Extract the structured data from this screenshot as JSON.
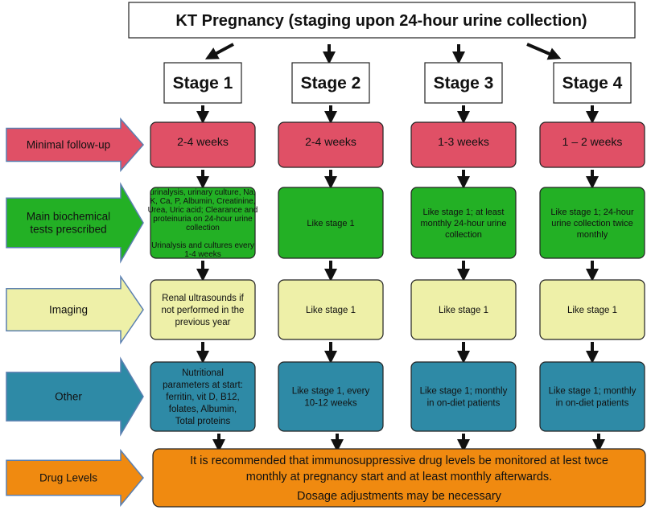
{
  "title": "KT Pregnancy (staging upon 24-hour urine collection)",
  "stages": [
    "Stage 1",
    "Stage 2",
    "Stage 3",
    "Stage 4"
  ],
  "rows": [
    {
      "label": "Minimal follow-up",
      "label_lines": [
        "Minimal follow-up"
      ],
      "arrow_color": "#e05066",
      "box_color": "#e05066",
      "cells": [
        [
          "2-4 weeks"
        ],
        [
          "2-4 weeks"
        ],
        [
          "1-3 weeks"
        ],
        [
          "1 – 2 weeks"
        ]
      ]
    },
    {
      "label": "Main biochemical tests prescribed",
      "label_lines": [
        "Main biochemical",
        "tests prescribed"
      ],
      "arrow_color": "#23b025",
      "box_color": "#23b025",
      "cells": [
        [
          "urinalysis, urinary culture, Na,",
          "K, Ca, P, Albumin, Creatinine,",
          "Urea, Uric acid; Clearance and",
          "proteinuria on 24-hour urine",
          "collection",
          "",
          "Urinalysis and cultures every",
          "1-4 weeks"
        ],
        [
          "Like stage 1"
        ],
        [
          "Like stage 1; at least",
          "monthly 24-hour urine",
          "collection"
        ],
        [
          "Like stage 1;  24-hour",
          "urine collection twice",
          "monthly"
        ]
      ]
    },
    {
      "label": "Imaging",
      "label_lines": [
        "Imaging"
      ],
      "arrow_color": "#eef0a8",
      "box_color": "#eef0a8",
      "cells": [
        [
          "Renal ultrasounds if",
          "not performed in the",
          "previous year"
        ],
        [
          "Like stage 1"
        ],
        [
          "Like stage 1"
        ],
        [
          "Like stage 1"
        ]
      ]
    },
    {
      "label": "Other",
      "label_lines": [
        "Other"
      ],
      "arrow_color": "#2e8aa6",
      "box_color": "#2e8aa6",
      "cells": [
        [
          "Nutritional",
          "parameters at start:",
          "ferritin, vit D, B12,",
          "folates, Albumin,",
          "Total proteins"
        ],
        [
          "Like stage 1, every",
          "10-12 weeks"
        ],
        [
          "Like stage 1; monthly",
          "in on-diet patients"
        ],
        [
          "Like stage 1; monthly",
          "in on-diet patients"
        ]
      ]
    }
  ],
  "drug": {
    "label": "Drug Levels",
    "arrow_color": "#f08a10",
    "box_color": "#f08a10",
    "lines": [
      "It is recommended that immunosuppressive drug levels be monitored at lest twce",
      "monthly at pregnancy start and at least monthly afterwards.",
      "Dosage adjustments may be necessary"
    ]
  }
}
